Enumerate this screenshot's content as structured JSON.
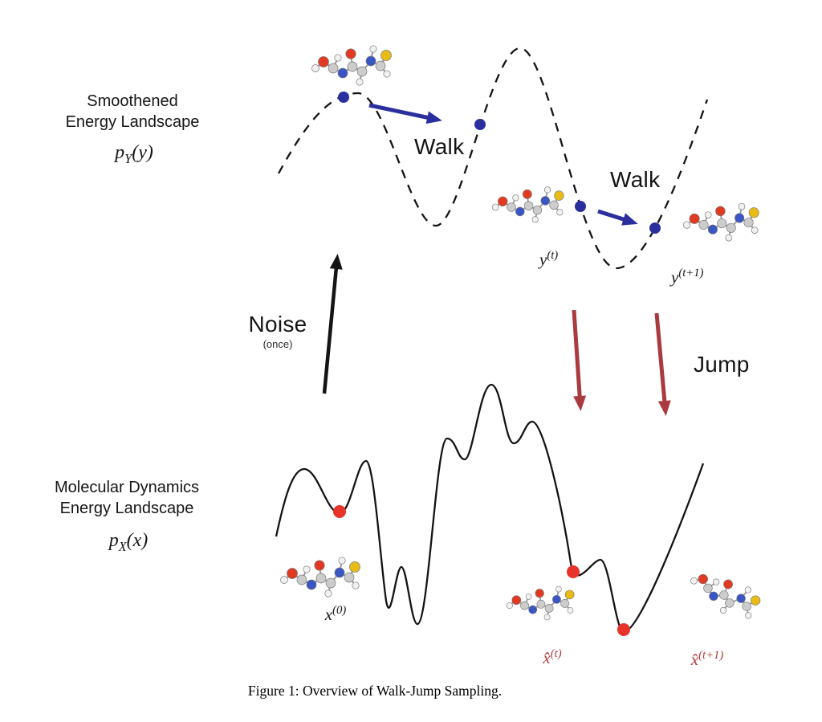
{
  "figure": {
    "top_label": {
      "line1": "Smoothened",
      "line2": "Energy Landscape"
    },
    "top_math": {
      "base": "p",
      "sub": "Y",
      "args": "(y)"
    },
    "walk_label_1": "Walk",
    "walk_label_2": "Walk",
    "y_t": {
      "base": "y",
      "sup": "(t)"
    },
    "y_t_plus_1": {
      "base": "y",
      "sup": "(t+1)"
    },
    "noise_label": "Noise",
    "noise_sub": "(once)",
    "jump_label": "Jump",
    "bottom_label": {
      "line1": "Molecular Dynamics",
      "line2": "Energy Landscape"
    },
    "bottom_math": {
      "base": "p",
      "sub": "X",
      "args": "(x)"
    },
    "x_0": {
      "base": "x",
      "sup": "(0)"
    },
    "x_hat_t": {
      "base": "x̂",
      "sup": "(t)"
    },
    "x_hat_t_plus_1": {
      "base": "x̂",
      "sup": "(t+1)"
    },
    "caption": "Figure 1: Overview of Walk-Jump Sampling."
  },
  "colors": {
    "curve": "#141414",
    "walk_blue": "#2b2f9e",
    "jump_red": "#a93a3e",
    "dot_red": "#e8332a",
    "label_red": "#b23b3c"
  }
}
